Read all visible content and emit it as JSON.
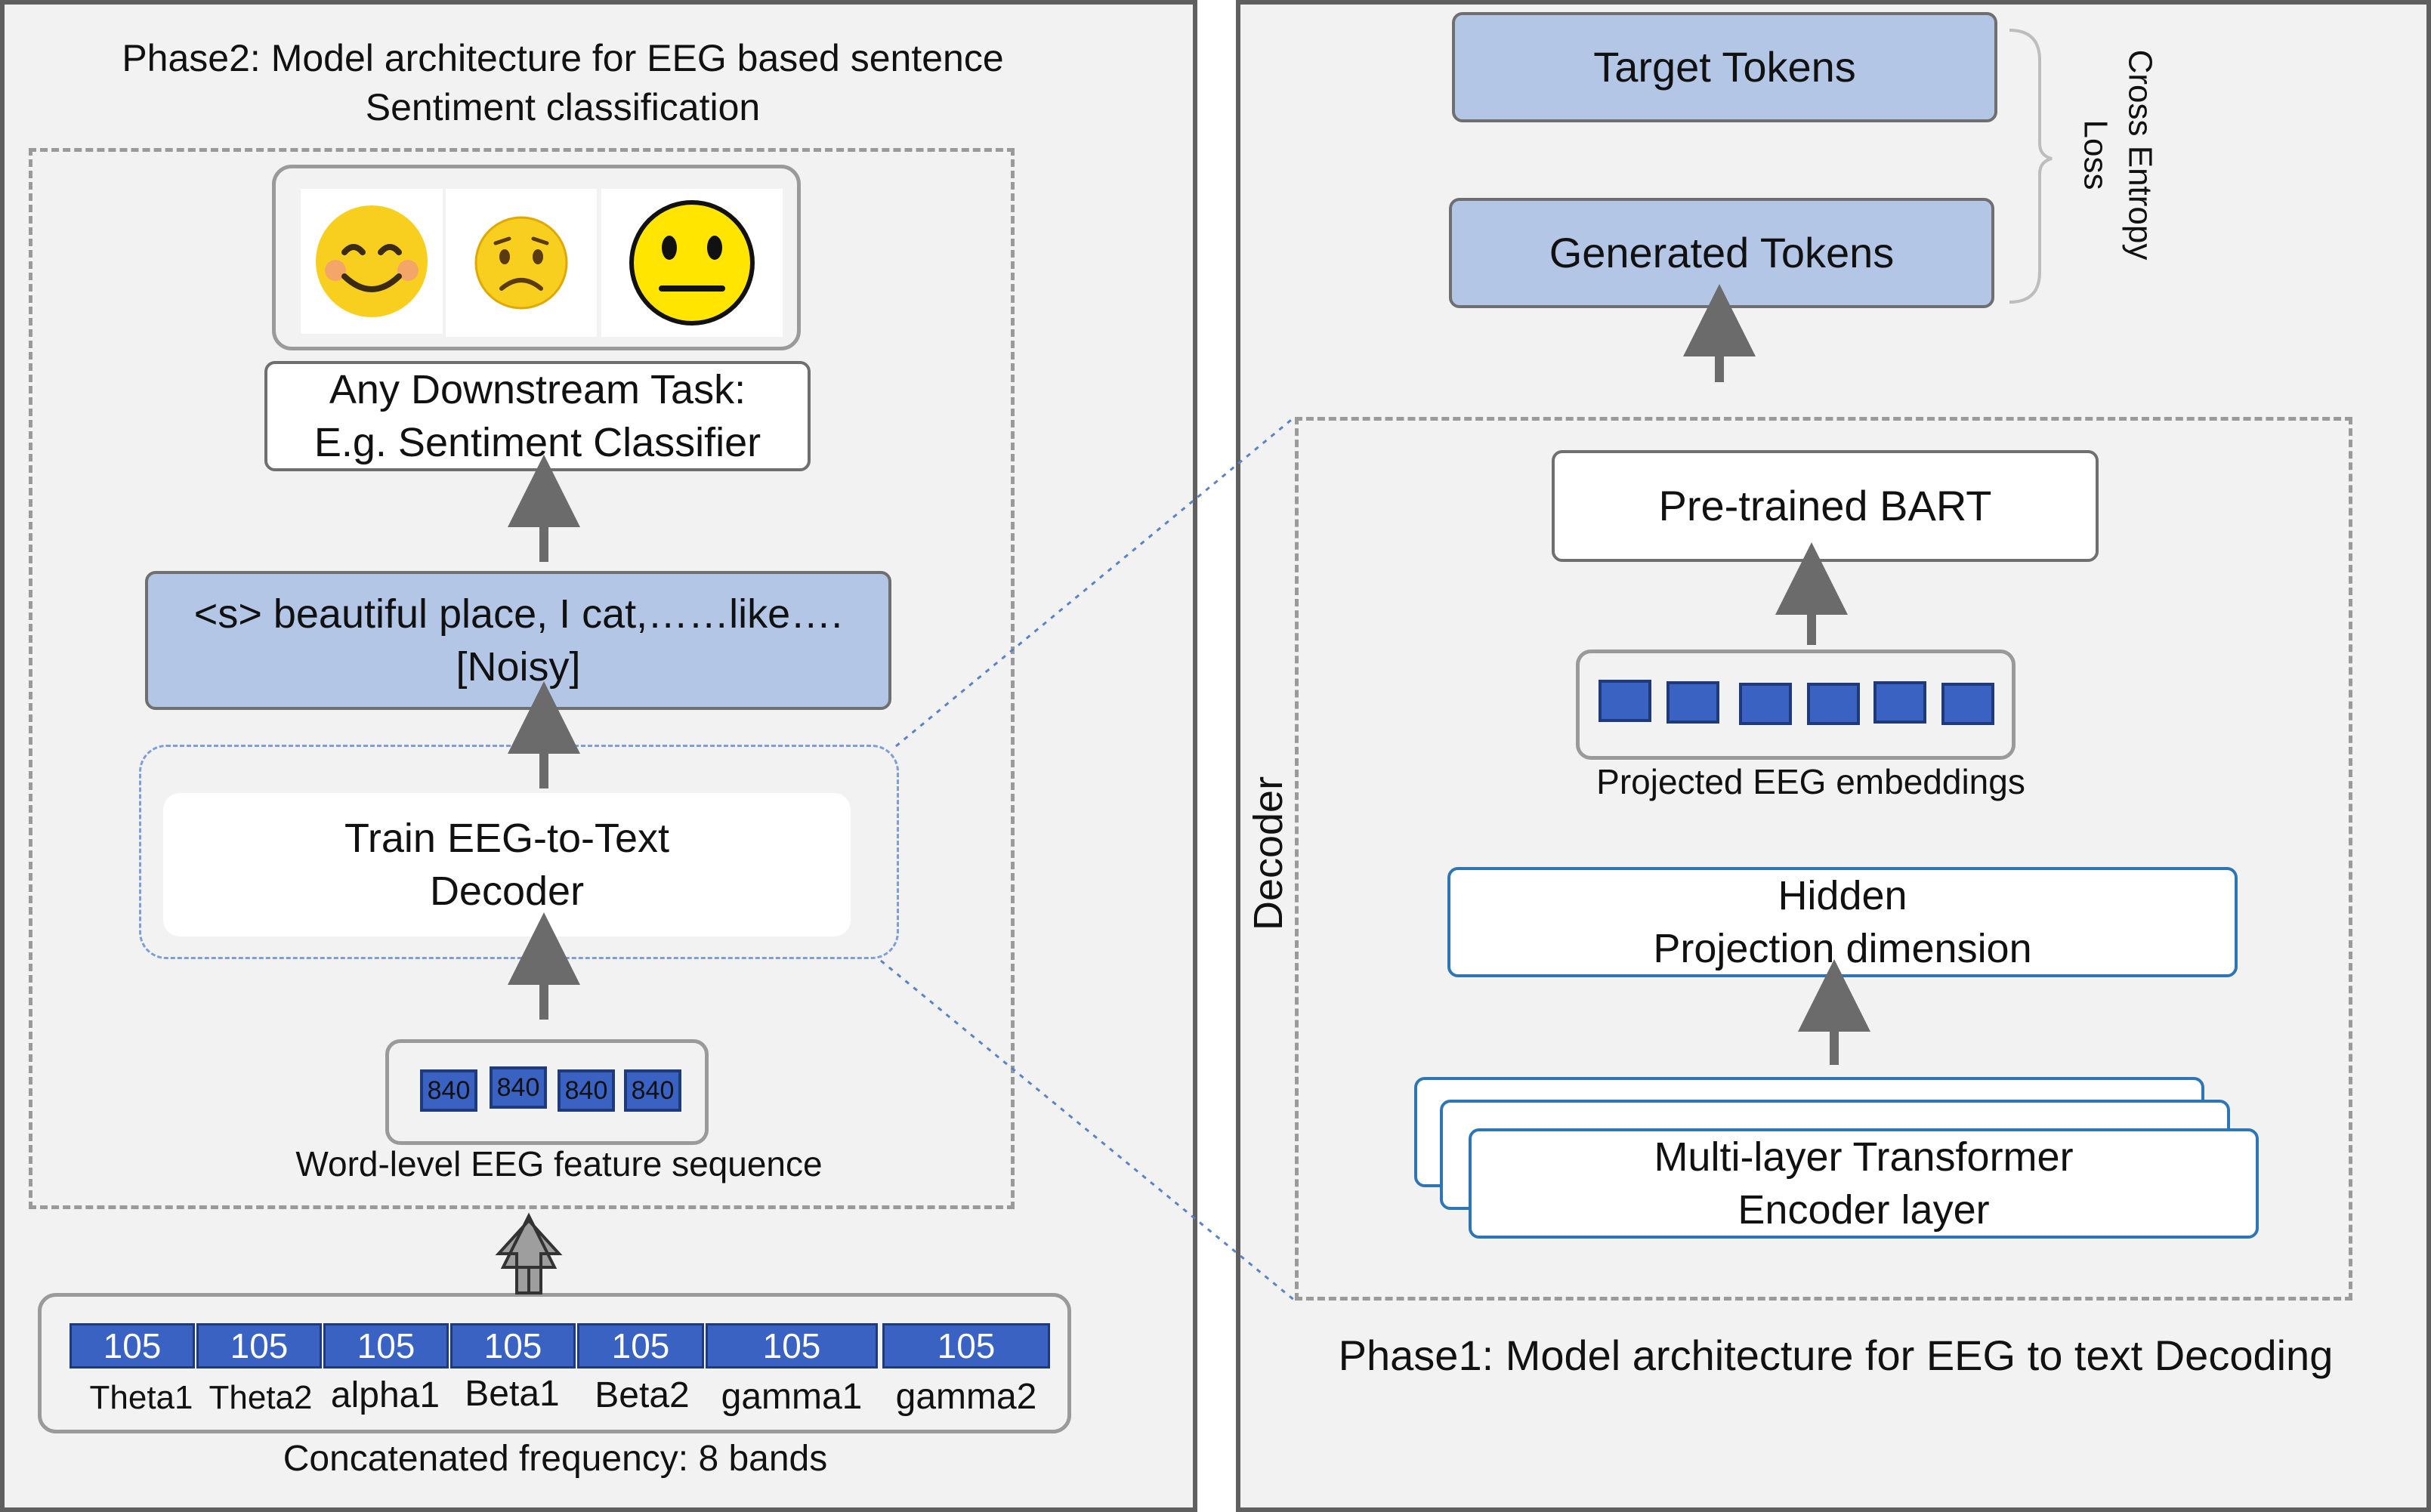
{
  "left_panel": {
    "title_line1": "Phase2: Model architecture for EEG based sentence",
    "title_line2": "Sentiment classification",
    "emoji_icons": [
      "smiling-face-icon",
      "frowning-face-icon",
      "neutral-face-icon"
    ],
    "downstream_line1": "Any Downstream Task:",
    "downstream_line2": "E.g. Sentiment Classifier",
    "noisy_line1": "<s> beautiful place, I cat,……like….",
    "noisy_line2": "[Noisy]",
    "decoder_line1": "Train EEG-to-Text",
    "decoder_line2": "Decoder",
    "features": [
      "840",
      "840",
      "840",
      "840"
    ],
    "feature_caption": "Word-level EEG feature sequence",
    "bands": [
      {
        "value": "105",
        "name": "Theta1"
      },
      {
        "value": "105",
        "name": "Theta2"
      },
      {
        "value": "105",
        "name": "alpha1"
      },
      {
        "value": "105",
        "name": "Beta1"
      },
      {
        "value": "105",
        "name": "Beta2"
      },
      {
        "value": "105",
        "name": "gamma1"
      },
      {
        "value": "105",
        "name": "gamma2"
      }
    ],
    "bands_caption": "Concatenated frequency: 8 bands"
  },
  "right_panel": {
    "target_tokens": "Target Tokens",
    "generated_tokens": "Generated Tokens",
    "loss_line1": "Cross Entropy",
    "loss_line2": "Loss",
    "bart": "Pre-trained BART",
    "embeddings_caption": "Projected EEG embeddings",
    "hidden_line1": "Hidden",
    "hidden_line2": "Projection dimension",
    "transformer_line1": "Multi-layer Transformer",
    "transformer_line2": "Encoder layer",
    "decoder_label": "Decoder",
    "phase1_title": "Phase1: Model architecture for EEG to text Decoding"
  },
  "colors": {
    "accent_blue": "#b3c6e6",
    "square_blue": "#3a62c2",
    "outline_blue": "#2e75b6",
    "panel_gray": "#f2f2f2"
  }
}
